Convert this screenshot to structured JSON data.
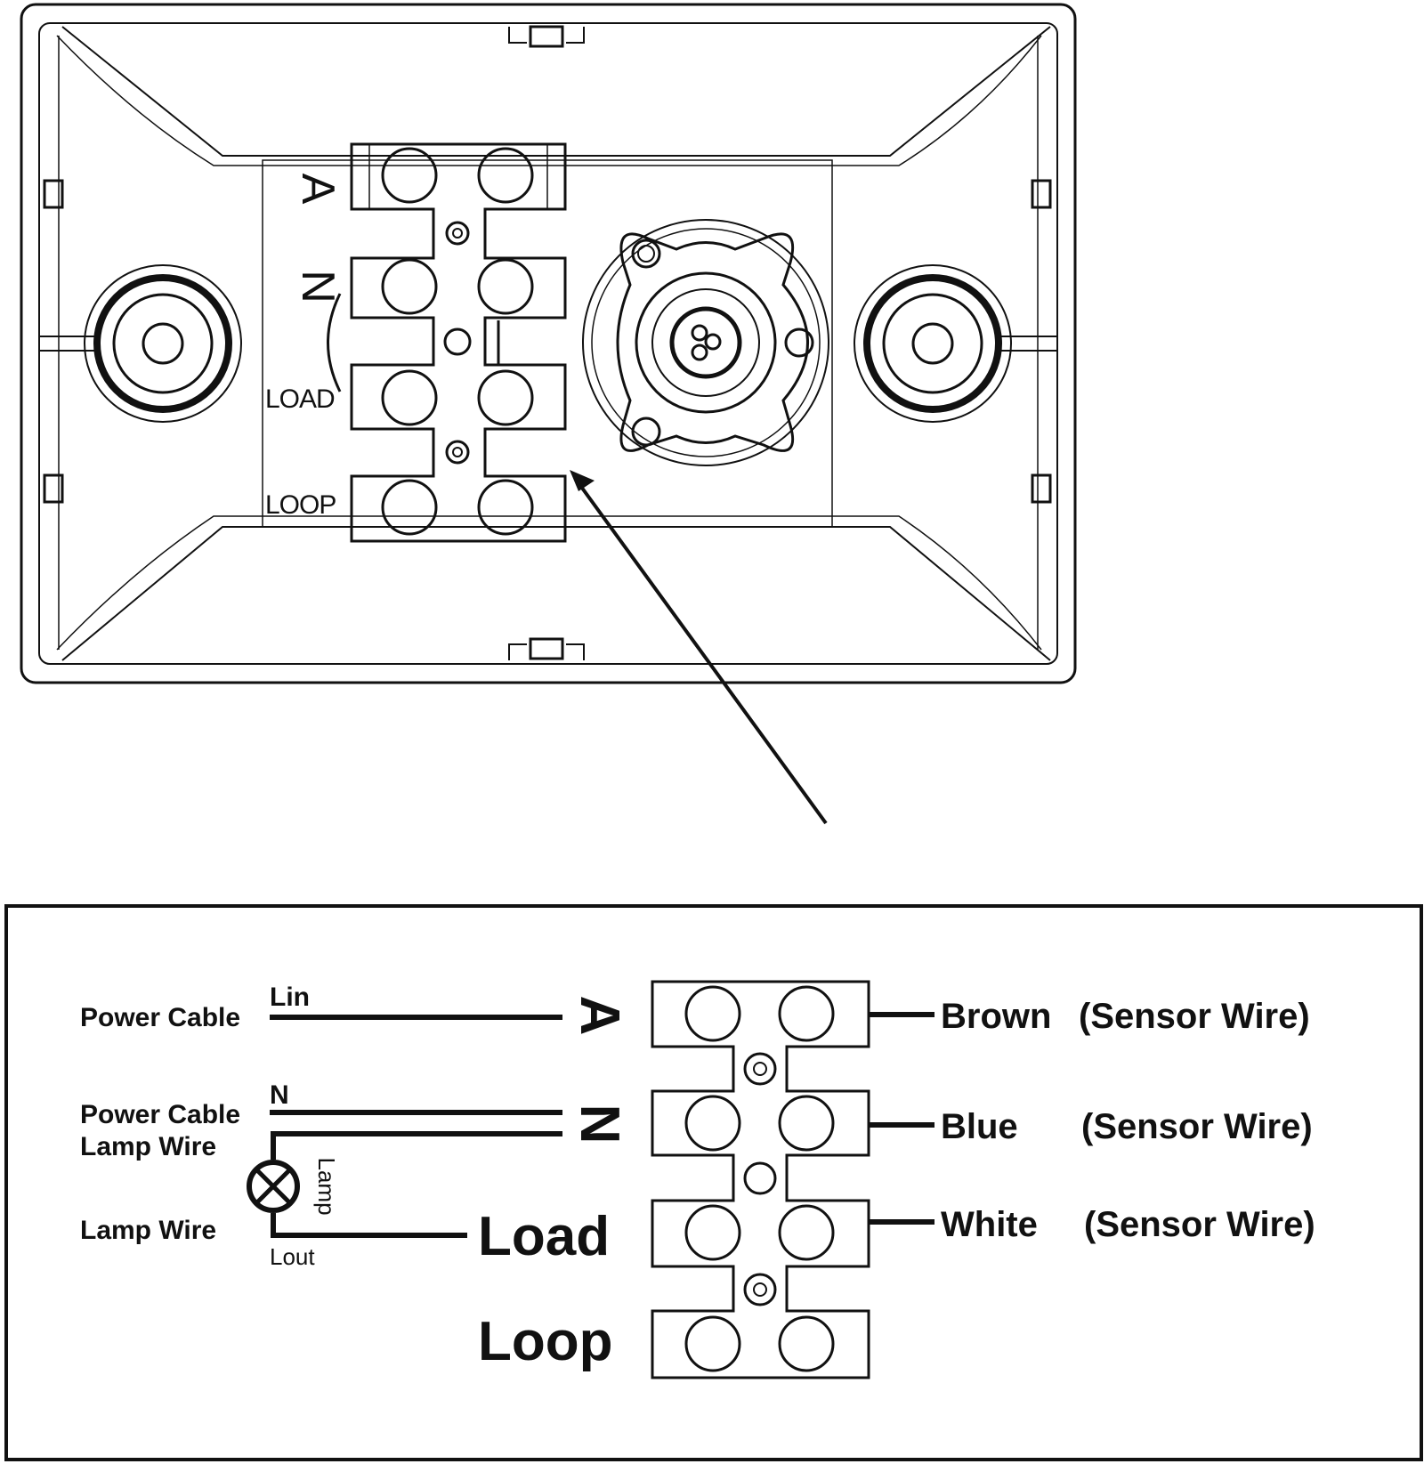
{
  "device": {
    "terminal_labels": [
      "A",
      "N",
      "LOAD",
      "LOOP"
    ]
  },
  "wiring": {
    "left": {
      "power_cable_1": "Power Cable",
      "lin": "Lin",
      "n_label": "N",
      "power_cable_2": "Power Cable",
      "lamp_wire_1": "Lamp Wire",
      "lamp_vertical": "Lamp",
      "lamp_wire_2": "Lamp Wire",
      "lout": "Lout"
    },
    "terminals": [
      "A",
      "N",
      "Load",
      "Loop"
    ],
    "sensor": [
      {
        "color": "Brown",
        "note": "(Sensor Wire)"
      },
      {
        "color": "Blue",
        "note": "(Sensor Wire)"
      },
      {
        "color": "White",
        "note": "(Sensor Wire)"
      }
    ]
  }
}
